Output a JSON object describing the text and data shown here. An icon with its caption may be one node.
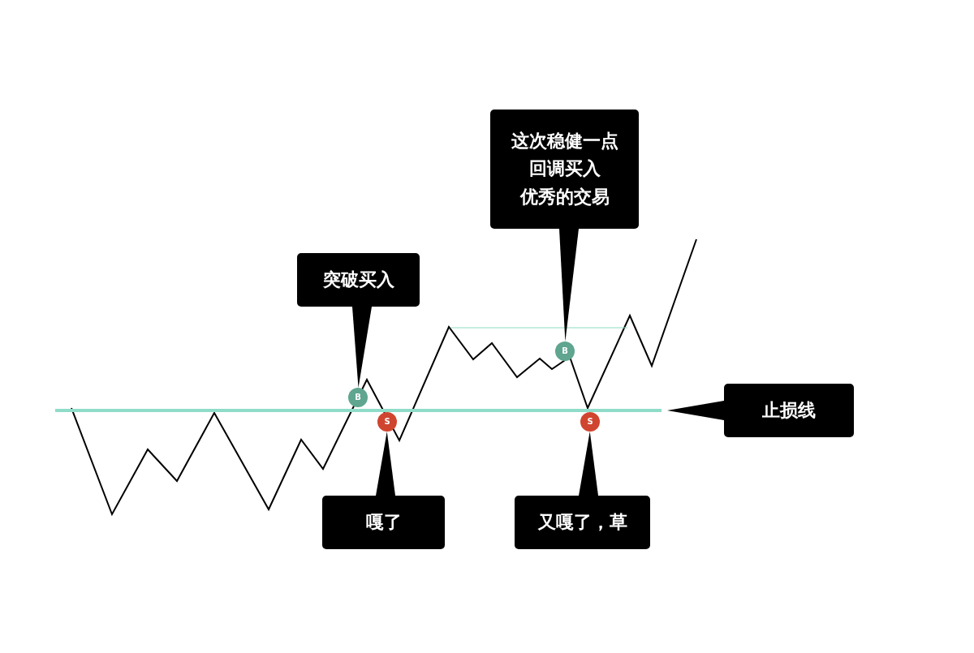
{
  "diagram": {
    "nodes": [
      {
        "text": [
          "突破买入"
        ]
      },
      {
        "text": [
          "这次稳健一点",
          "回调买入",
          "优秀的交易"
        ]
      },
      {
        "text": [
          "B"
        ]
      },
      {
        "text": [
          "S"
        ]
      },
      {
        "text": [
          "B"
        ]
      },
      {
        "text": [
          "S"
        ]
      },
      {
        "text": [],
        "shape": "line"
      },
      {
        "text": [
          "嘎了"
        ]
      },
      {
        "text": [
          "又嘎了，草"
        ]
      },
      {
        "text": [
          "止损线"
        ]
      }
    ],
    "edges": [
      {
        "from": 0,
        "to": 2,
        "arrow": "none"
      },
      {
        "from": 1,
        "to": 4,
        "arrow": "none"
      },
      {
        "from": 7,
        "to": 3,
        "arrow": "none"
      },
      {
        "from": 8,
        "to": 5,
        "arrow": "none"
      },
      {
        "from": 9,
        "to": 6,
        "arrow": "none"
      }
    ]
  }
}
